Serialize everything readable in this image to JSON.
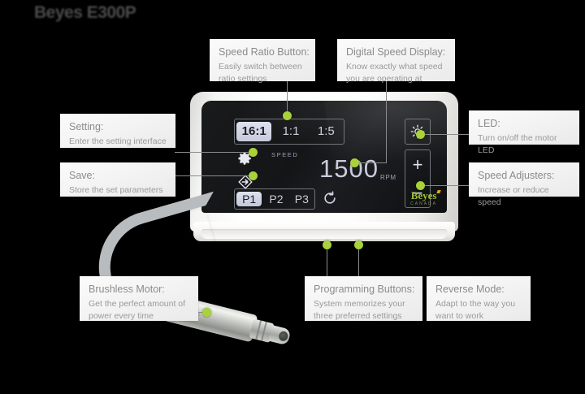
{
  "logo": {
    "text": "Beyes E300P"
  },
  "device": {
    "brand_name": "Beyes",
    "brand_sub": "CANADA",
    "screen": {
      "ratios": [
        {
          "label": "16:1",
          "active": true
        },
        {
          "label": "1:1",
          "active": false
        },
        {
          "label": "1:5",
          "active": false
        }
      ],
      "speed_label": "SPEED",
      "speed_value": "1500",
      "speed_unit": "RPM",
      "programs": [
        {
          "label": "P1",
          "active": true
        },
        {
          "label": "P2",
          "active": false
        },
        {
          "label": "P3",
          "active": false
        }
      ],
      "icons": {
        "setting": "gear-icon",
        "save": "save-diamond-icon",
        "reverse": "reverse-arrow-icon",
        "led": "led-sun-icon"
      },
      "adjusters": {
        "increase": "+",
        "decrease": "−"
      }
    }
  },
  "callouts": {
    "speed_ratio": {
      "title": "Speed Ratio Button:",
      "body": "Easily switch between ratio settings"
    },
    "digital_display": {
      "title": "Digital Speed Display:",
      "body": "Know exactly what speed you are operating at"
    },
    "setting": {
      "title": "Setting:",
      "body": "Enter the setting interface"
    },
    "save": {
      "title": "Save:",
      "body": "Store the set parameters"
    },
    "led": {
      "title": "LED:",
      "body": "Turn on/off the motor LED"
    },
    "speed_adjusters": {
      "title": "Speed Adjusters:",
      "body": "Increase or reduce speed"
    },
    "brushless_motor": {
      "title": "Brushless Motor:",
      "body": "Get the perfect amount of power every time"
    },
    "programming_buttons": {
      "title": "Programming Buttons:",
      "body": "System memorizes your three preferred settings"
    },
    "reverse_mode": {
      "title": "Reverse Mode:",
      "body": "Adapt to the way you want to work"
    }
  },
  "colors": {
    "background": "#000000",
    "accent_dot": "#a9d139",
    "callout_bg": "#f4f4f4",
    "title_text": "#8b8b8b",
    "body_text": "#9a9a9a",
    "brand_green": "#9fbe3a"
  }
}
